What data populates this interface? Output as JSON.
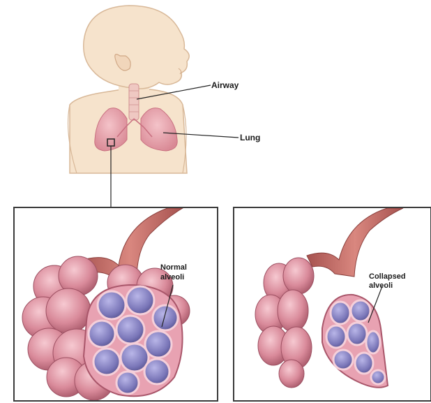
{
  "labels": {
    "airway": "Airway",
    "lung": "Lung",
    "normal_line1": "Normal",
    "normal_line2": "alveoli",
    "collapsed_line1": "Collapsed",
    "collapsed_line2": "alveoli"
  },
  "colors": {
    "skin": "#f6e3cc",
    "skin_outline": "#d8b898",
    "lung": "#e9a7b0",
    "bronchiole": "#c56f6b",
    "alveolus_outer": "#d98a9a",
    "alveolus_inner": "#7a76b8",
    "panel_border": "#3a3a3a"
  }
}
